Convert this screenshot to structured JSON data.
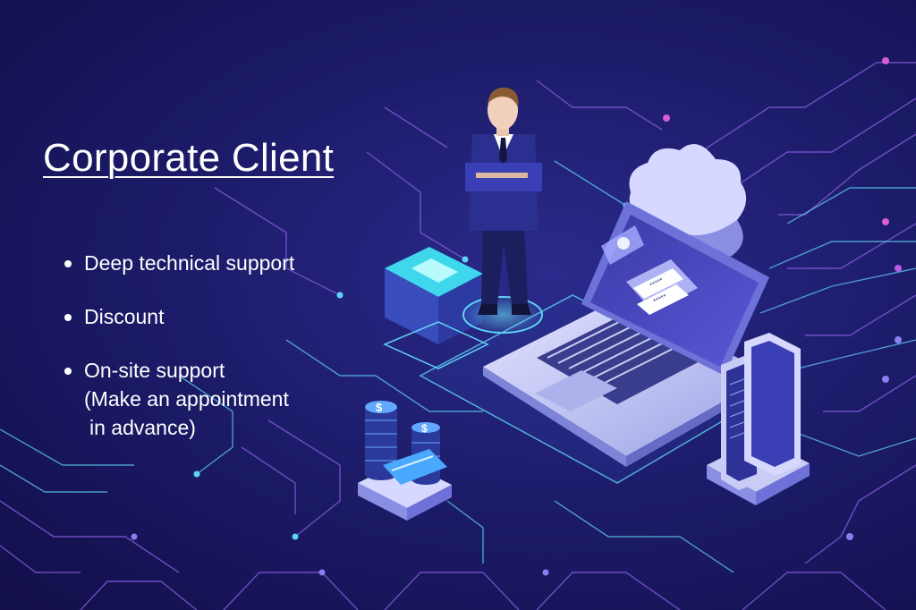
{
  "headline": "Corporate Client",
  "features": [
    {
      "label": "Deep technical support"
    },
    {
      "label": "Discount"
    },
    {
      "label": "On-site support",
      "note_lines": [
        "(Make an appointment",
        "in advance)"
      ]
    }
  ],
  "colors": {
    "background": "#1d1c6b",
    "circuit_cyan": "#5fd4f5",
    "circuit_violet": "#8a5fe0",
    "accent_magenta": "#d45fd0",
    "device_silver": "#c9cdf5"
  },
  "icons": [
    "businessman-figure",
    "cloud-icon",
    "laptop-login-screen",
    "coin-stack-icon",
    "credit-card-icon",
    "smartphone-icon",
    "server-cube-icon"
  ]
}
